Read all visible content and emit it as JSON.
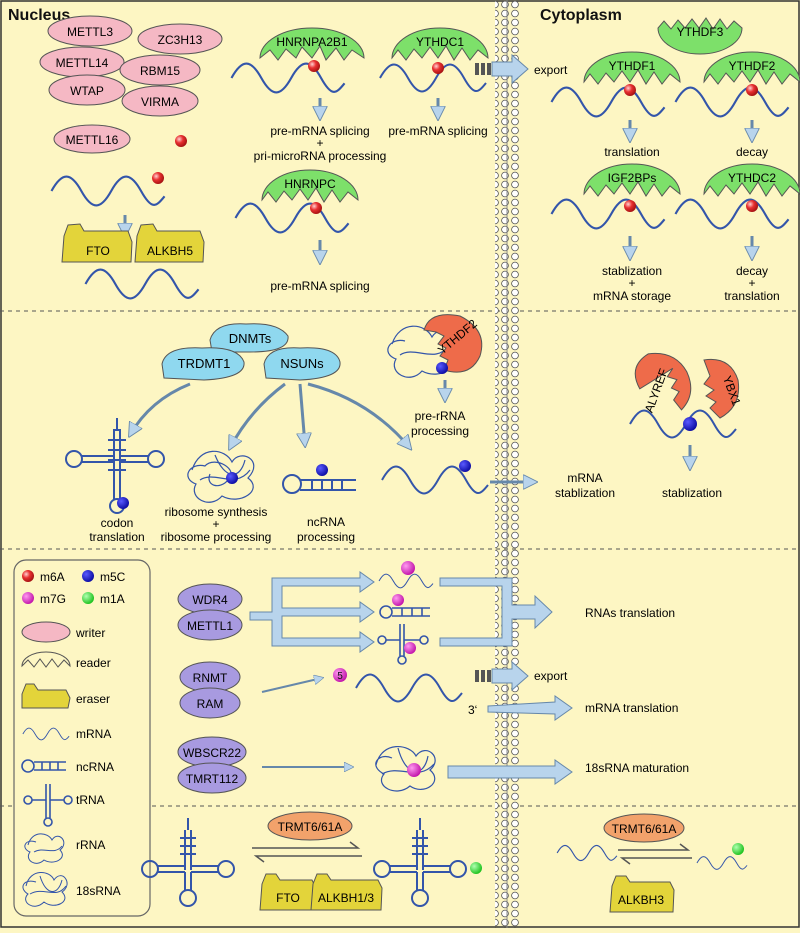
{
  "headers": {
    "nucleus": "Nucleus",
    "cytoplasm": "Cytoplasm"
  },
  "colors": {
    "background": "#fdf6c3",
    "writer_m6a": "#f5b8c4",
    "reader_m6a": "#7de06a",
    "eraser": "#e3d43a",
    "writer_m5c": "#8fd8ef",
    "reader_m5c": "#ee6b4a",
    "writer_m7g": "#a89ae0",
    "writer_m1a": "#f2a26b",
    "rna": "#3355aa",
    "arrow": "#b8d4ec",
    "m6a": "#e83030",
    "m5c": "#1414c8",
    "m7g": "#e81ec8",
    "m1a": "#28e028"
  },
  "m6a": {
    "writers": [
      "METTL3",
      "ZC3H13",
      "METTL14",
      "RBM15",
      "WTAP",
      "VIRMA"
    ],
    "writer_single": "METTL16",
    "erasers": [
      "FTO",
      "ALKBH5"
    ],
    "readers_nucleus": [
      {
        "name": "HNRNPA2B1",
        "outcome_line1": "pre-mRNA splicing",
        "plus": "+",
        "outcome_line2": "pri-microRNA processing"
      },
      {
        "name": "YTHDC1",
        "outcome_line1": "pre-mRNA splicing"
      },
      {
        "name": "HNRNPC",
        "outcome_line1": "pre-mRNA splicing"
      }
    ],
    "export_label": "export",
    "readers_cytoplasm": [
      {
        "name": "YTHDF3"
      },
      {
        "name": "YTHDF1",
        "outcome_line1": "translation"
      },
      {
        "name": "YTHDF2",
        "outcome_line1": "decay"
      },
      {
        "name": "IGF2BPs",
        "outcome_line1": "stablization",
        "plus": "+",
        "outcome_line2": "mRNA storage"
      },
      {
        "name": "YTHDC2",
        "outcome_line1": "decay",
        "plus": "+",
        "outcome_line2": "translation"
      }
    ]
  },
  "m5c": {
    "writers": [
      "DNMTs",
      "TRDMT1",
      "NSUNs"
    ],
    "reader_nucleus": {
      "name": "YTHDF2",
      "outcome_line1": "pre-rRNA",
      "outcome_line2": "processing"
    },
    "outcomes": [
      {
        "line1": "codon",
        "line2": "translation"
      },
      {
        "line1": "ribosome synthesis",
        "plus": "+",
        "line2": "ribosome processing"
      },
      {
        "line1": "ncRNA",
        "line2": "processing"
      }
    ],
    "mrna_outcome": {
      "line1": "mRNA",
      "line2": "stablization"
    },
    "readers_cytoplasm": [
      "ALYREF",
      "YBX1"
    ],
    "cyto_outcome": "stablization"
  },
  "m7g": {
    "writer_pair1": [
      "WDR4",
      "METTL1"
    ],
    "writer_pair2": [
      "RNMT",
      "RAM"
    ],
    "writer_pair3": [
      "WBSCR22",
      "TMRT112"
    ],
    "outcome1": "RNAs translation",
    "cap5": "5",
    "cap3": "3‘",
    "export_label": "export",
    "outcome2": "mRNA translation",
    "outcome3": "18sRNA maturation"
  },
  "m1a": {
    "writer_nucleus": "TRMT6/61A",
    "erasers_nucleus": [
      "FTO",
      "ALKBH1/3"
    ],
    "writer_cyto": "TRMT6/61A",
    "eraser_cyto": "ALKBH3"
  },
  "legend": {
    "marks": [
      {
        "label": "m6A",
        "color": "#e83030"
      },
      {
        "label": "m5C",
        "color": "#1414c8"
      },
      {
        "label": "m7G",
        "color": "#e81ec8"
      },
      {
        "label": "m1A",
        "color": "#28e028"
      }
    ],
    "items": [
      "writer",
      "reader",
      "eraser",
      "mRNA",
      "ncRNA",
      "tRNA",
      "rRNA",
      "18sRNA"
    ]
  }
}
